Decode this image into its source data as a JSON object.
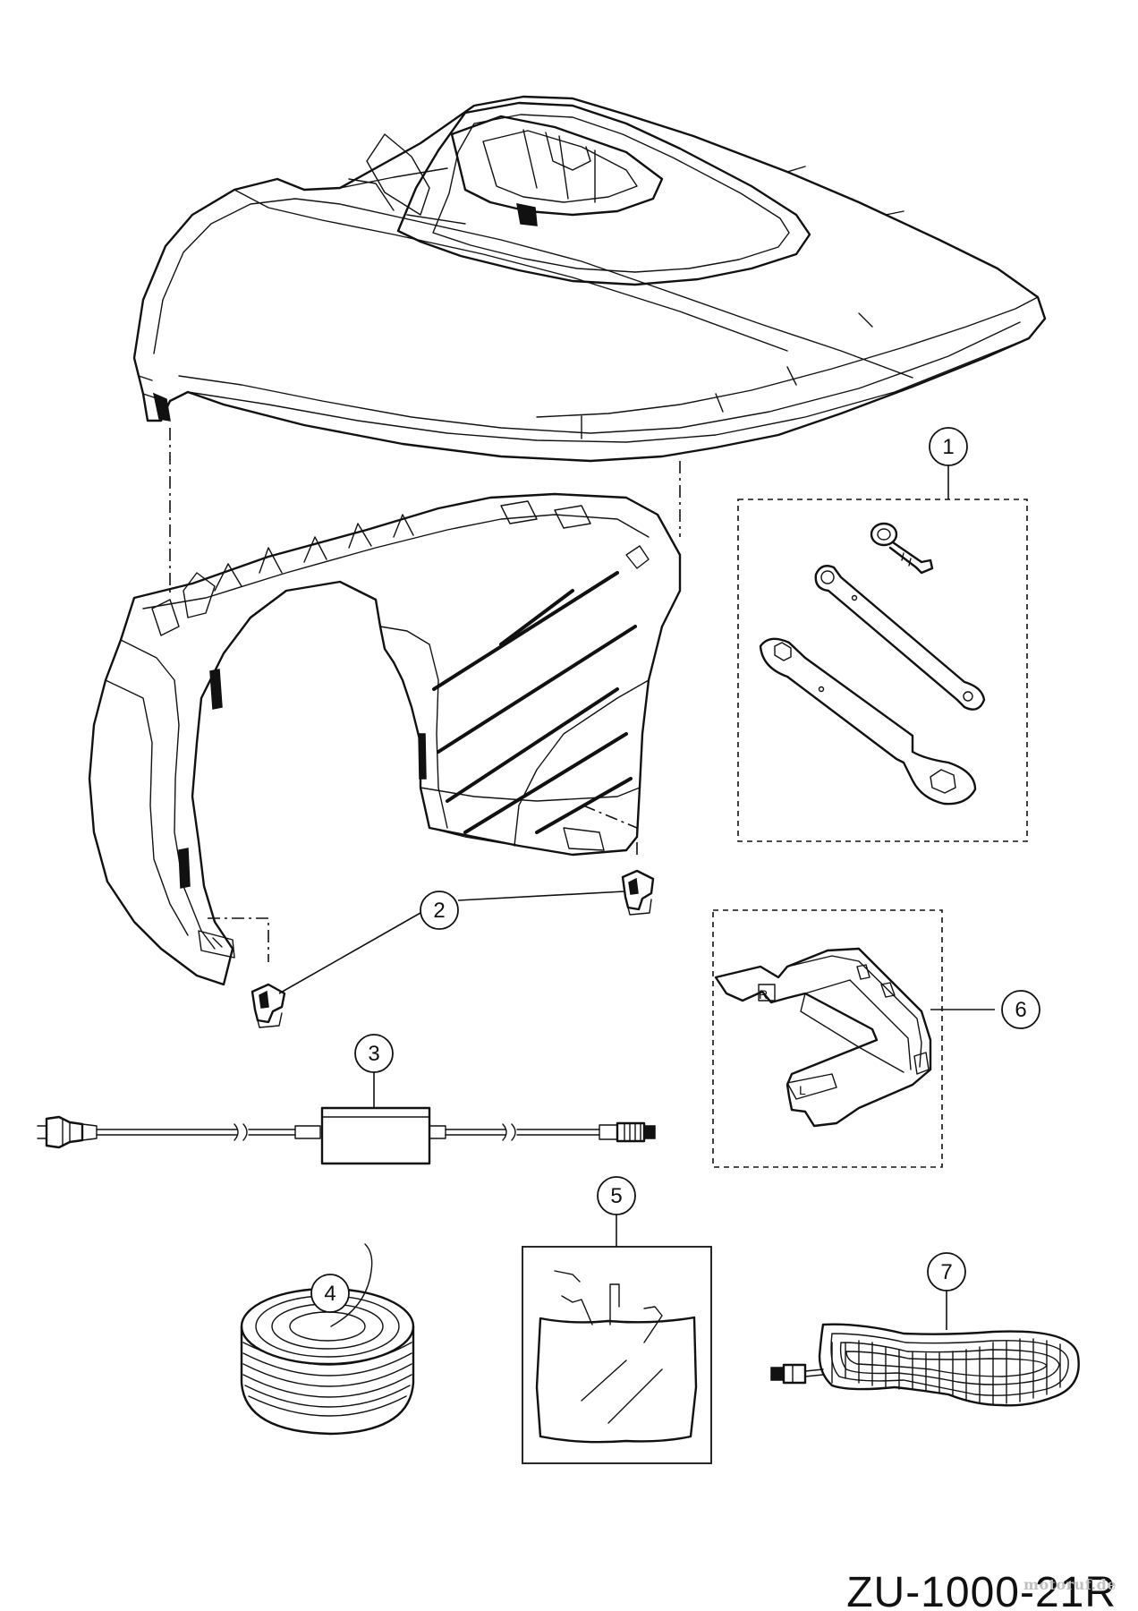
{
  "diagram": {
    "document_number": "ZU-1000-21R",
    "watermark": "motoruf.de",
    "callouts": [
      {
        "id": "callout-1",
        "label": "1"
      },
      {
        "id": "callout-2",
        "label": "2"
      },
      {
        "id": "callout-3",
        "label": "3"
      },
      {
        "id": "callout-4",
        "label": "4"
      },
      {
        "id": "callout-5",
        "label": "5"
      },
      {
        "id": "callout-6",
        "label": "6"
      },
      {
        "id": "callout-7",
        "label": "7"
      }
    ],
    "parts": [
      {
        "name": "top-cover-shell"
      },
      {
        "name": "lower-chassis-frame"
      },
      {
        "name": "key-and-wrench-set",
        "callout": "1"
      },
      {
        "name": "mounting-clips",
        "callout": "2"
      },
      {
        "name": "power-supply-cable",
        "callout": "3"
      },
      {
        "name": "boundary-wire-coil",
        "callout": "4"
      },
      {
        "name": "pegs-bag",
        "callout": "5"
      },
      {
        "name": "docking-base-plate",
        "callout": "6"
      },
      {
        "name": "extension-cable-coil",
        "callout": "7"
      }
    ]
  }
}
